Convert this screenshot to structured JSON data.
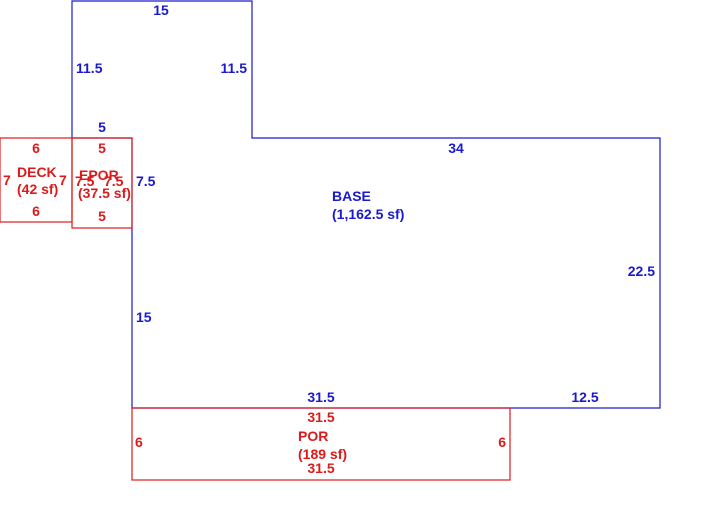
{
  "colors": {
    "base": "#1a1acc",
    "addition": "#dd1a1a",
    "background": "#ffffff"
  },
  "areas": {
    "base": {
      "name": "BASE",
      "area": "(1,162.5 sf)"
    },
    "deck": {
      "name": "DECK",
      "area": "(42 sf)"
    },
    "epor": {
      "name": "EPOR",
      "area": "(37.5 sf)"
    },
    "por": {
      "name": "POR",
      "area": "(189 sf)"
    }
  },
  "dimensions": {
    "base": {
      "top_upper": "15",
      "left_upper": "11.5",
      "right_upper": "11.5",
      "top_step": "5",
      "top_right": "34",
      "left_step": "7.5",
      "right": "22.5",
      "left_lower": "15",
      "bottom_left": "31.5",
      "bottom_right": "12.5"
    },
    "deck": {
      "top": "6",
      "bottom": "6",
      "left": "7",
      "right": "7"
    },
    "epor": {
      "top": "5",
      "bottom": "5",
      "left": "7.5",
      "right": "7.5"
    },
    "por": {
      "top": "31.5",
      "bottom": "31.5",
      "left": "6",
      "right": "6"
    }
  }
}
